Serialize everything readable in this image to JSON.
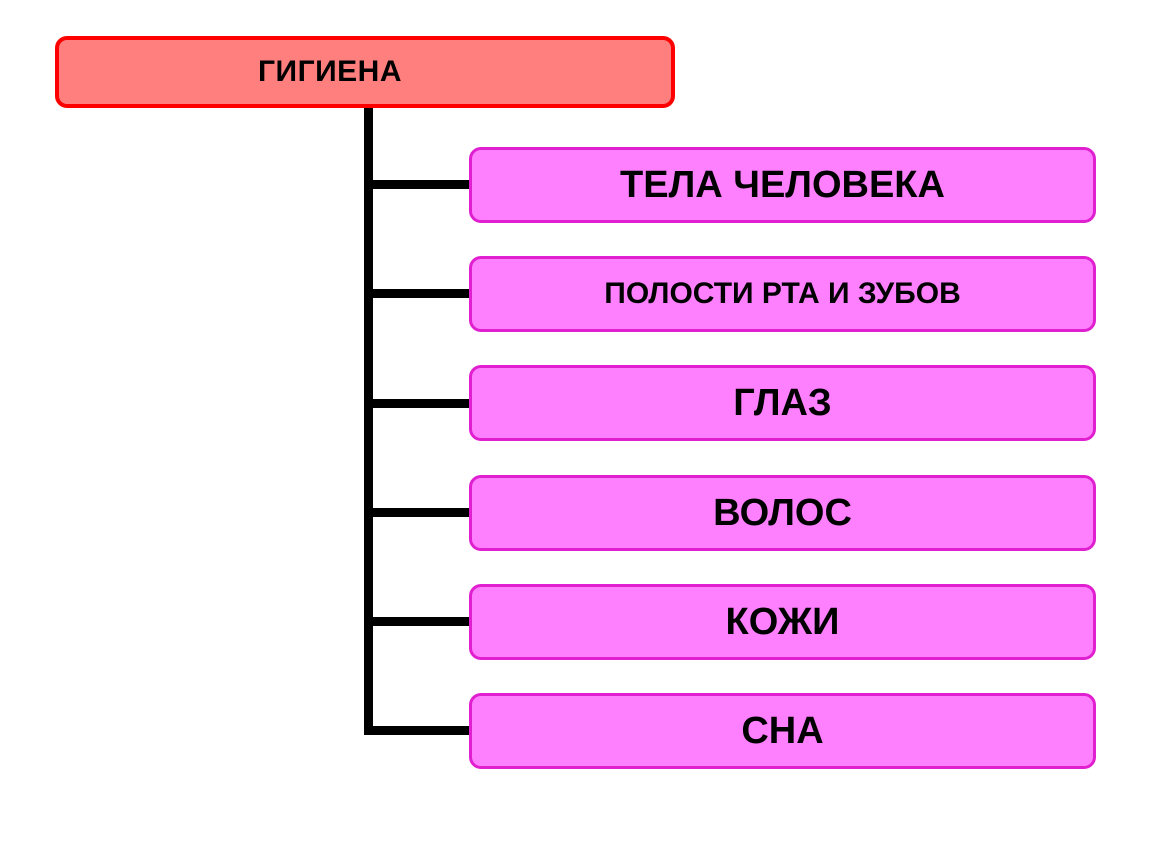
{
  "root": {
    "label": "ГИГИЕНА",
    "fill_color": "#ff7f7f",
    "border_color": "#ff0000"
  },
  "children": [
    {
      "label": "ТЕЛА ЧЕЛОВЕКА"
    },
    {
      "label": "ПОЛОСТИ РТА И ЗУБОВ"
    },
    {
      "label": "ГЛАЗ"
    },
    {
      "label": "ВОЛОС"
    },
    {
      "label": "КОЖИ"
    },
    {
      "label": "СНА"
    }
  ],
  "colors": {
    "child_fill": "#ff80ff",
    "child_border": "#e020d0",
    "connector": "#000000"
  }
}
